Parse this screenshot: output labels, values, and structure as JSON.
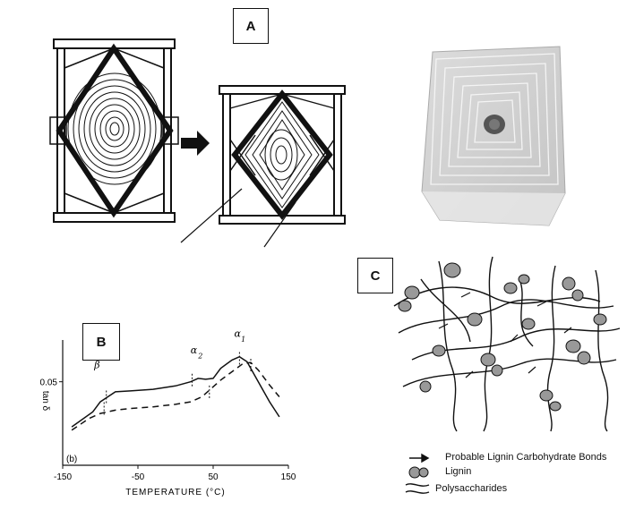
{
  "panels": {
    "a": {
      "label": "A"
    },
    "b": {
      "label": "B"
    },
    "c": {
      "label": "C"
    }
  },
  "chart_data": {
    "type": "line",
    "panel_tag": "(b)",
    "xlabel": "TEMPERATURE (°C)",
    "ylabel": "tan δ",
    "xlim": [
      -150,
      150
    ],
    "xticks": [
      -150,
      -50,
      50,
      150
    ],
    "yticks": [
      0.05
    ],
    "ytick_labels": [
      "0.05"
    ],
    "peak_labels": [
      "β",
      "α",
      "2",
      "α",
      "1"
    ],
    "series": [
      {
        "style": "solid",
        "x": [
          -138,
          -110,
          -100,
          -90,
          -80,
          -60,
          -30,
          0,
          20,
          30,
          40,
          50,
          60,
          75,
          85,
          95,
          110,
          125,
          138
        ],
        "y": [
          0.023,
          0.032,
          0.038,
          0.041,
          0.044,
          0.0445,
          0.0455,
          0.0475,
          0.05,
          0.052,
          0.0515,
          0.052,
          0.058,
          0.063,
          0.065,
          0.062,
          0.05,
          0.038,
          0.029
        ]
      },
      {
        "style": "dashed",
        "x": [
          -138,
          -115,
          -100,
          -80,
          -60,
          -30,
          0,
          20,
          35,
          50,
          60,
          75,
          90,
          100,
          110,
          125,
          138
        ],
        "y": [
          0.021,
          0.028,
          0.031,
          0.033,
          0.034,
          0.035,
          0.0365,
          0.038,
          0.041,
          0.047,
          0.051,
          0.056,
          0.061,
          0.0615,
          0.057,
          0.048,
          0.041
        ]
      }
    ]
  },
  "legend": {
    "bonds": "Probable Lignin Carbohydrate Bonds",
    "lignin": "Lignin",
    "polysaccharides": "Polysaccharides"
  }
}
